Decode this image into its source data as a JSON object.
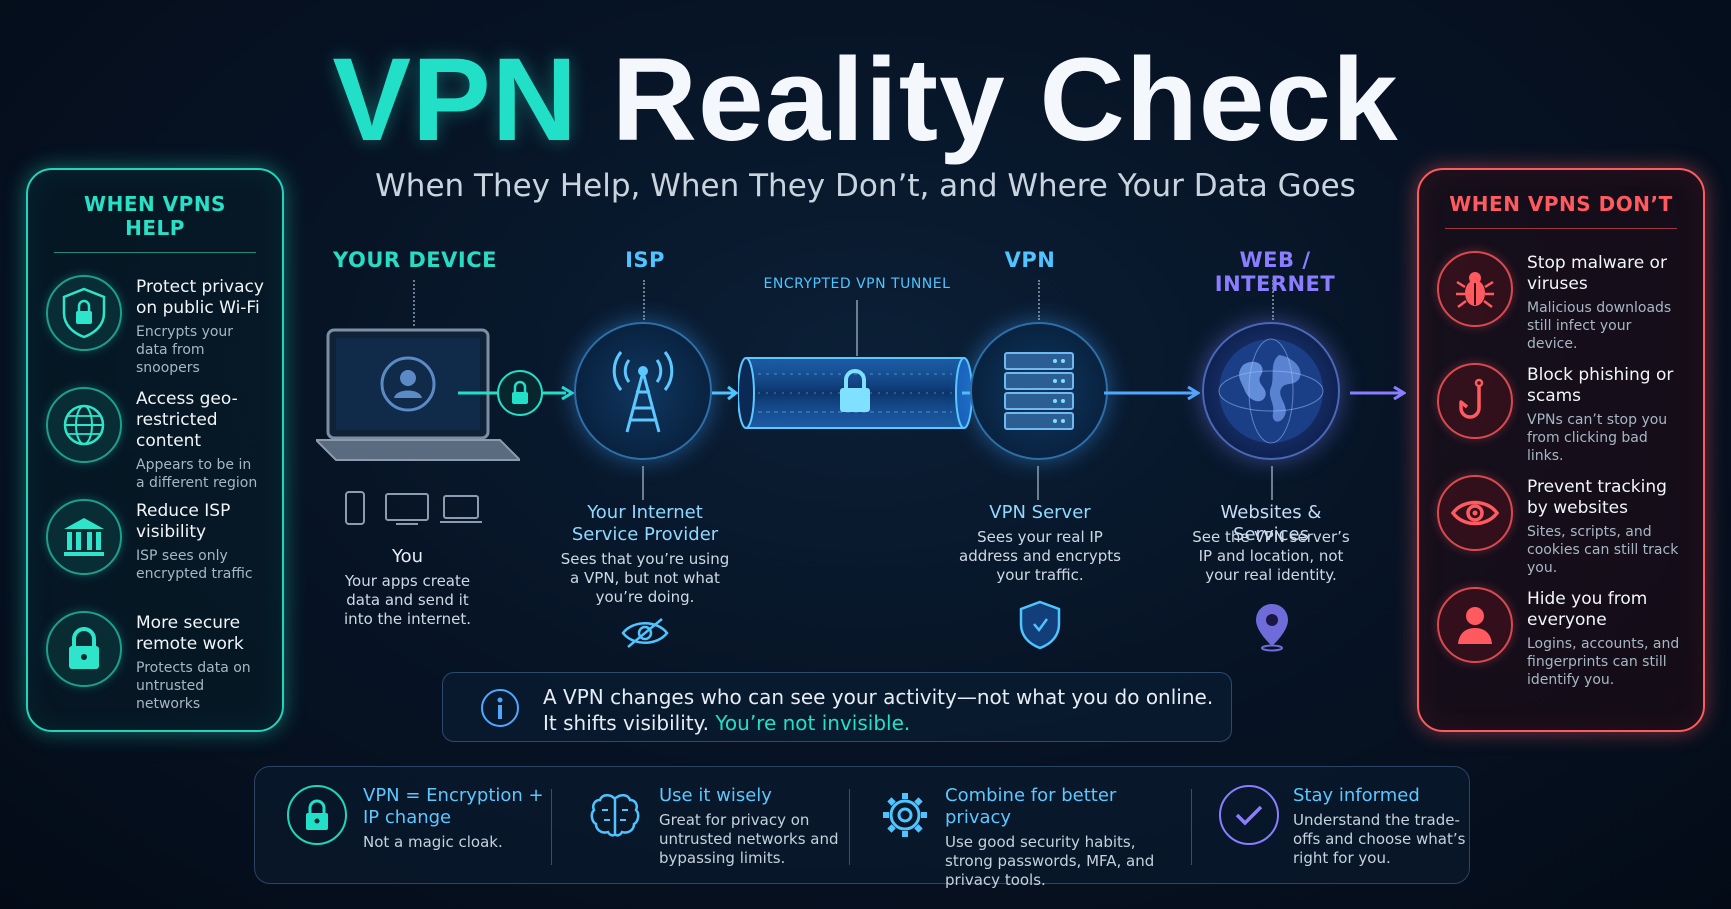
{
  "title": {
    "part1": "VPN",
    "part2": "Reality Check"
  },
  "subtitle": "When They Help, When They Don’t, and Where Your Data Goes",
  "colors": {
    "teal": "#22e0c8",
    "red": "#ff5a5f",
    "blue": "#5cc8ff",
    "purple": "#8a7dff"
  },
  "help_panel": {
    "title": "WHEN VPNS HELP",
    "items": [
      {
        "icon": "shield-lock-icon",
        "heading": "Protect privacy on public Wi-Fi",
        "desc": "Encrypts your data from snoopers"
      },
      {
        "icon": "globe-icon",
        "heading": "Access geo-restricted content",
        "desc": "Appears to be in a different region"
      },
      {
        "icon": "bank-icon",
        "heading": "Reduce ISP visibility",
        "desc": "ISP sees only encrypted traffic"
      },
      {
        "icon": "padlock-icon",
        "heading": "More secure remote work",
        "desc": "Protects data on untrusted networks"
      }
    ]
  },
  "dont_panel": {
    "title": "WHEN VPNS DON’T",
    "items": [
      {
        "icon": "bug-icon",
        "heading": "Stop malware or viruses",
        "desc": "Malicious downloads still infect your device."
      },
      {
        "icon": "fishhook-icon",
        "heading": "Block phishing or scams",
        "desc": "VPNs can’t stop you from clicking bad links."
      },
      {
        "icon": "eye-icon",
        "heading": "Prevent tracking by websites",
        "desc": "Sites, scripts, and cookies can still track you."
      },
      {
        "icon": "person-icon",
        "heading": "Hide you from everyone",
        "desc": "Logins, accounts, and fingerprints can still identify you."
      }
    ]
  },
  "flow": {
    "device": {
      "stage": "YOUR DEVICE",
      "title": "You",
      "desc": "Your apps create data and send it into the internet."
    },
    "isp": {
      "stage": "ISP",
      "title": "Your Internet Service Provider",
      "desc": "Sees that you’re using a VPN, but not what you’re doing."
    },
    "tunnel": {
      "label": "ENCRYPTED VPN TUNNEL"
    },
    "vpn": {
      "stage": "VPN",
      "title": "VPN Server",
      "desc": "Sees your real IP address and encrypts your traffic."
    },
    "web": {
      "stage": "WEB / INTERNET",
      "title": "Websites & Services",
      "desc": "See the VPN server’s IP and location, not your real identity."
    }
  },
  "info": {
    "line1": "A VPN changes who can see your activity—not what you do online.",
    "line2": "It shifts visibility.",
    "highlight": "You’re not invisible."
  },
  "tips": [
    {
      "icon": "padlock-icon",
      "heading": "VPN = Encryption + IP change",
      "desc": "Not a magic cloak."
    },
    {
      "icon": "brain-icon",
      "heading": "Use it wisely",
      "desc": "Great for privacy on untrusted networks and bypassing limits."
    },
    {
      "icon": "gear-icon",
      "heading": "Combine for better privacy",
      "desc": "Use good security habits, strong passwords, MFA, and privacy tools."
    },
    {
      "icon": "checkmark-icon",
      "heading": "Stay informed",
      "desc": "Understand the trade-offs and choose what’s right for you."
    }
  ]
}
